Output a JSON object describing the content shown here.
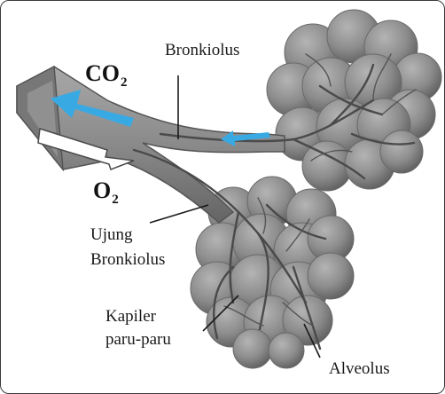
{
  "labels": {
    "bronkiolus": "Bronkiolus",
    "ujung_line1": "Ujung",
    "ujung_line2": "Bronkiolus",
    "kapiler_line1": "Kapiler",
    "kapiler_line2": "paru-paru",
    "alveolus": "Alveolus"
  },
  "gases": {
    "co2_main": "CO",
    "co2_sub": "2",
    "o2_main": "O",
    "o2_sub": "2"
  },
  "colors": {
    "tissue": "#8f8f8f",
    "tissue_dark": "#5e5e5e",
    "vessel": "#4a4a4a",
    "co2_arrow": "#39a9e3",
    "o2_arrow": "#ffffff"
  }
}
